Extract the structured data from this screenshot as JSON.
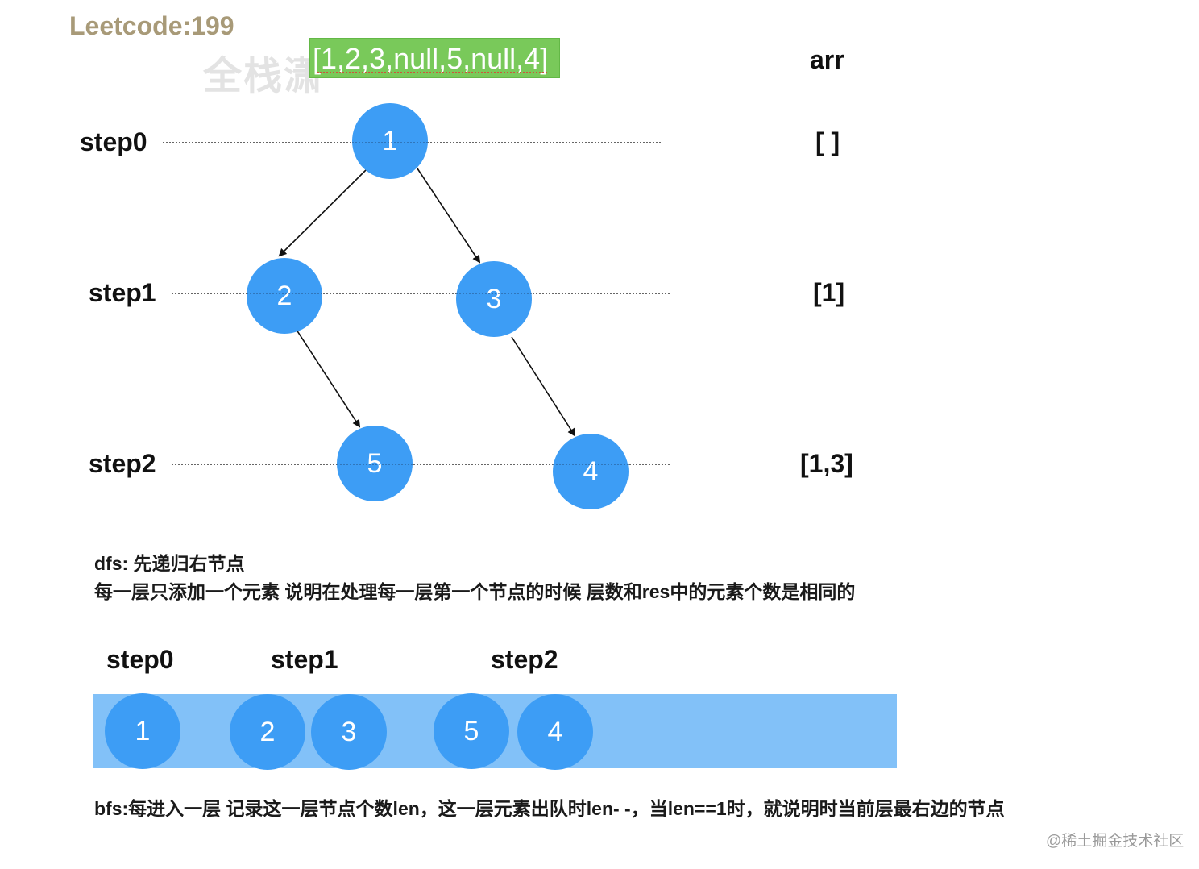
{
  "title": "Leetcode:199",
  "watermark_top": "全栈潇",
  "input_array": "[1,2,3,null,5,null,4]",
  "arr_header": "arr",
  "levels": [
    {
      "label": "step0",
      "arr": "[ ]"
    },
    {
      "label": "step1",
      "arr": "[1]"
    },
    {
      "label": "step2",
      "arr": "[1,3]"
    }
  ],
  "tree_nodes": [
    {
      "id": "n1",
      "value": "1"
    },
    {
      "id": "n2",
      "value": "2"
    },
    {
      "id": "n3",
      "value": "3"
    },
    {
      "id": "n5",
      "value": "5"
    },
    {
      "id": "n4",
      "value": "4"
    }
  ],
  "dfs_text": {
    "line1": "dfs: 先递归右节点",
    "line2": "每一层只添加一个元素 说明在处理每一层第一个节点的时候 层数和res中的元素个数是相同的"
  },
  "queue_steps": [
    "step0",
    "step1",
    "step2"
  ],
  "queue_nodes": [
    "1",
    "2",
    "3",
    "5",
    "4"
  ],
  "bfs_text": "bfs:每进入一层 记录这一层节点个数len，这一层元素出队时len- -，当len==1时，就说明时当前层最右边的节点",
  "watermark_bottom": "@稀土掘金技术社区",
  "colors": {
    "node": "#3d9df5",
    "queue_bar": "#82c1f8",
    "input_box": "#79c95a",
    "title": "#a89a78"
  }
}
